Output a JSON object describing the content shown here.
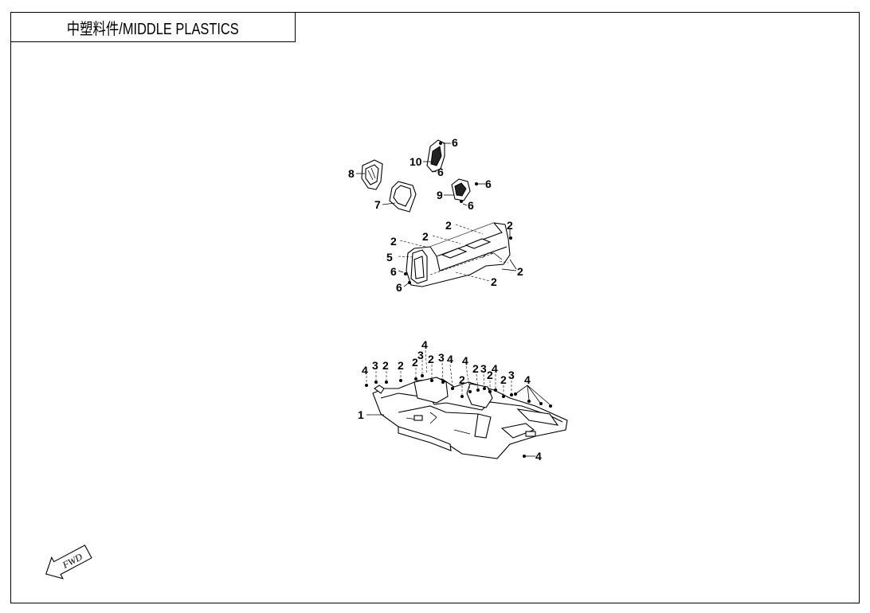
{
  "page": {
    "title": "中塑料件/MIDDLE PLASTICS"
  },
  "fwd_label": "FWD",
  "callouts": {
    "upper": [
      {
        "id": "u6a",
        "text": "6"
      },
      {
        "id": "u10",
        "text": "10"
      },
      {
        "id": "u6b",
        "text": "6"
      },
      {
        "id": "u8",
        "text": "8"
      },
      {
        "id": "u6c",
        "text": "6"
      },
      {
        "id": "u9",
        "text": "9"
      },
      {
        "id": "u6d",
        "text": "6"
      },
      {
        "id": "u7",
        "text": "7"
      }
    ],
    "middle": [
      {
        "id": "m2a",
        "text": "2"
      },
      {
        "id": "m2b",
        "text": "2"
      },
      {
        "id": "m2c",
        "text": "2"
      },
      {
        "id": "m2d",
        "text": "2"
      },
      {
        "id": "m5",
        "text": "5"
      },
      {
        "id": "m6a",
        "text": "6"
      },
      {
        "id": "m6b",
        "text": "6"
      },
      {
        "id": "m2e",
        "text": "2"
      },
      {
        "id": "m2f",
        "text": "2"
      }
    ],
    "lower": [
      {
        "id": "l4a",
        "text": "4"
      },
      {
        "id": "l3a",
        "text": "3"
      },
      {
        "id": "l2a",
        "text": "2"
      },
      {
        "id": "l2b",
        "text": "2"
      },
      {
        "id": "l4b",
        "text": "4"
      },
      {
        "id": "l3b",
        "text": "3"
      },
      {
        "id": "l2c",
        "text": "2"
      },
      {
        "id": "l2d",
        "text": "2"
      },
      {
        "id": "l3c",
        "text": "3"
      },
      {
        "id": "l4c",
        "text": "4"
      },
      {
        "id": "l2e",
        "text": "2"
      },
      {
        "id": "l4d",
        "text": "4"
      },
      {
        "id": "l2f",
        "text": "2"
      },
      {
        "id": "l3d",
        "text": "3"
      },
      {
        "id": "l2g",
        "text": "2"
      },
      {
        "id": "l4e",
        "text": "4"
      },
      {
        "id": "l2h",
        "text": "2"
      },
      {
        "id": "l3e",
        "text": "3"
      },
      {
        "id": "l4f",
        "text": "4"
      },
      {
        "id": "l1",
        "text": "1"
      },
      {
        "id": "l4g",
        "text": "4"
      }
    ]
  }
}
